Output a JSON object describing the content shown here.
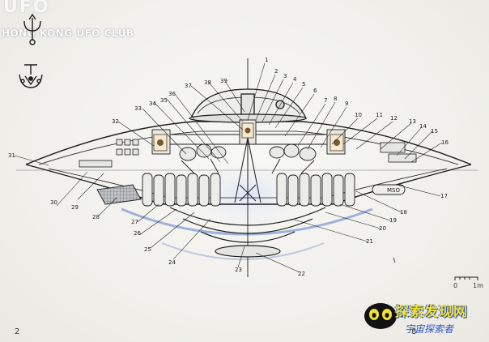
{
  "watermark": {
    "top_text": "UFO",
    "club_text": "HONG KONG UFO CLUB"
  },
  "symbols": {
    "top_symbol": "trident-symbol",
    "bottom_symbol": "triangle-arc-symbol"
  },
  "callouts": [
    "1",
    "2",
    "3",
    "4",
    "5",
    "6",
    "7",
    "8",
    "9",
    "10",
    "11",
    "12",
    "13",
    "14",
    "15",
    "16",
    "17",
    "18",
    "19",
    "20",
    "21",
    "22",
    "23",
    "24",
    "25",
    "26",
    "27",
    "28",
    "29",
    "30",
    "31",
    "32",
    "33",
    "34",
    "35",
    "36",
    "37",
    "38",
    "39"
  ],
  "inscriptions": {
    "side_panel": "MSO"
  },
  "scale": {
    "zero": "0",
    "unit": "1m"
  },
  "badge": {
    "title": "探索发现网",
    "subtitle": "宇宙探索者"
  },
  "corner_marks": {
    "bottom_left": "2",
    "bottom_right": "8"
  },
  "colors": {
    "ink": "#1d1d1d",
    "shadow_blue": "#5a78c8",
    "hazard_brown": "#7a5a2a",
    "badge_yellow": "#f0e238",
    "badge_blue": "#2f57c9"
  }
}
